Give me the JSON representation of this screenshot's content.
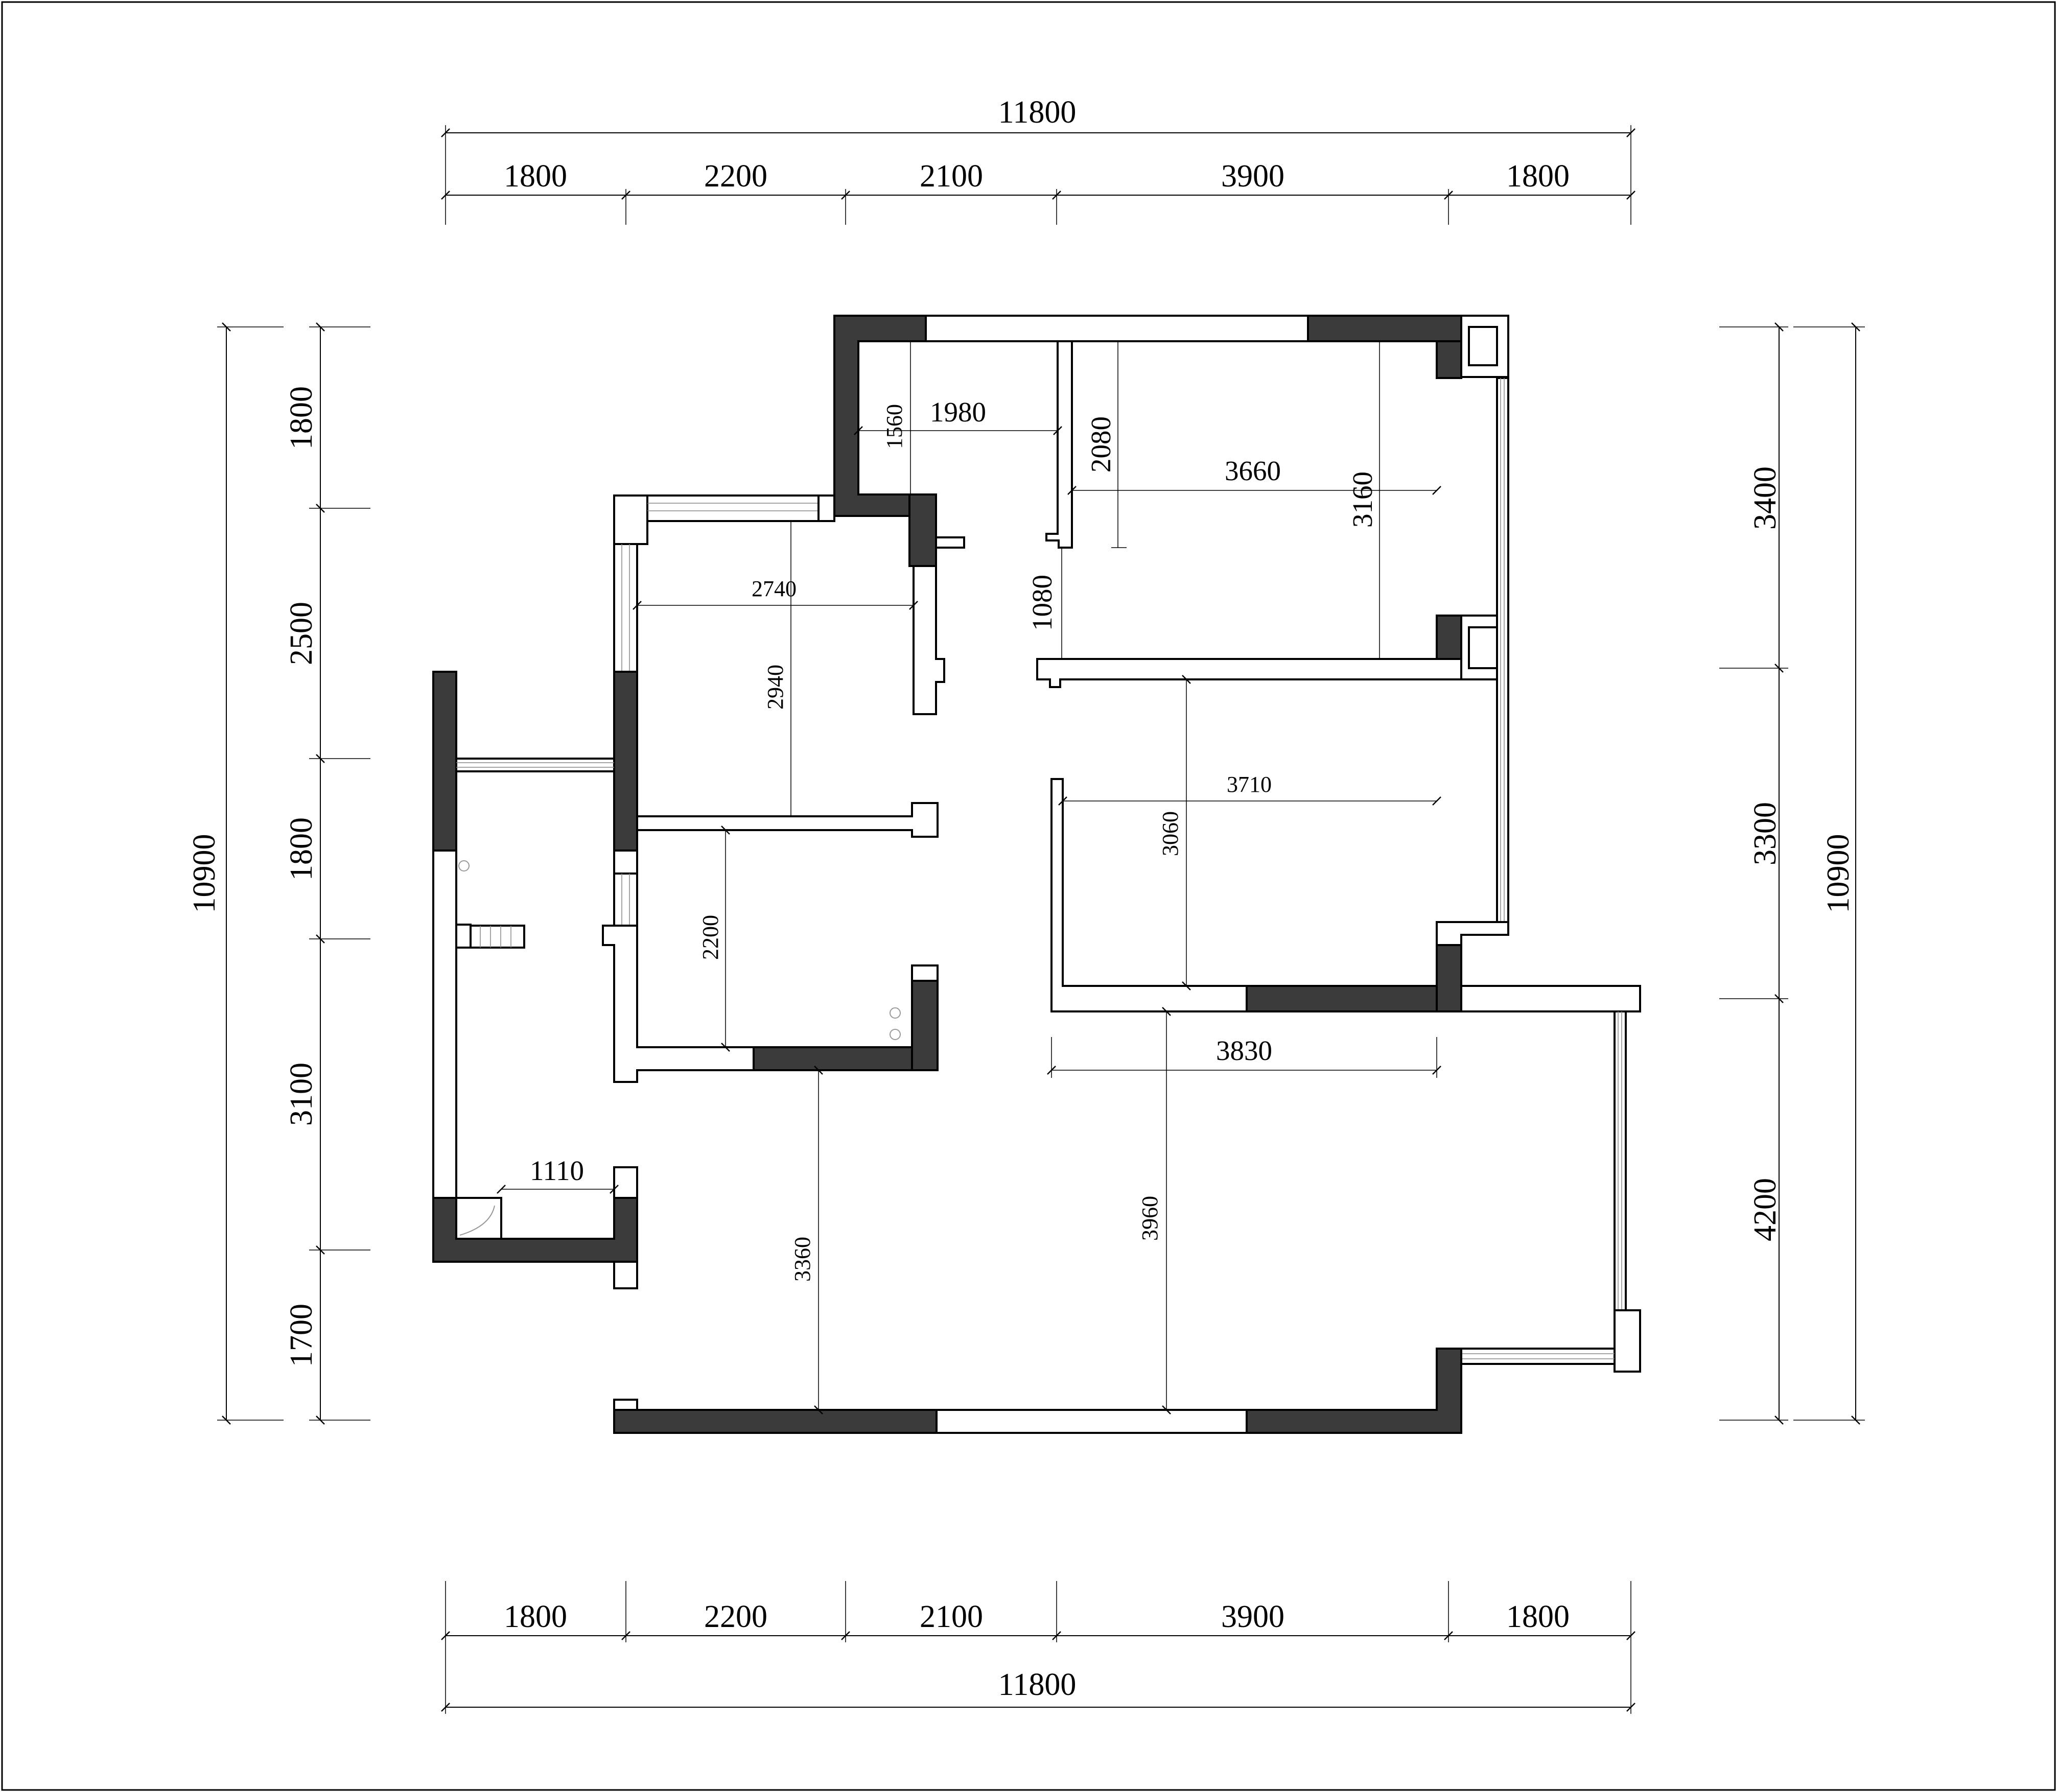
{
  "title": "",
  "dimensions": {
    "top_total": "11800",
    "top_segments": [
      "1800",
      "2200",
      "2100",
      "3900",
      "1800"
    ],
    "bottom_segments": [
      "1800",
      "2200",
      "2100",
      "3900",
      "1800"
    ],
    "bottom_total": "11800",
    "left_total": "10900",
    "left_segments": [
      "1800",
      "2500",
      "1800",
      "3100",
      "1700"
    ],
    "right_total": "10900",
    "right_segments": [
      "3400",
      "3300",
      "4200"
    ]
  },
  "rooms": {
    "entry_width": "1980",
    "entry_depth": "1560",
    "bedroom1_width": "3660",
    "bedroom1_depth": "3160",
    "bedroom1_left": "2080",
    "corridor_gap": "1080",
    "room_nw_width": "2740",
    "room_nw_depth": "2940",
    "bathroom_depth": "2200",
    "bedroom2_width": "3710",
    "bedroom2_depth": "3060",
    "living_width": "3830",
    "living_depth": "3960",
    "dining_depth": "3360",
    "balcony_width": "1110"
  },
  "colors": {
    "wall_dark": "#3b3b3b",
    "line": "#000000",
    "background": "#ffffff"
  }
}
